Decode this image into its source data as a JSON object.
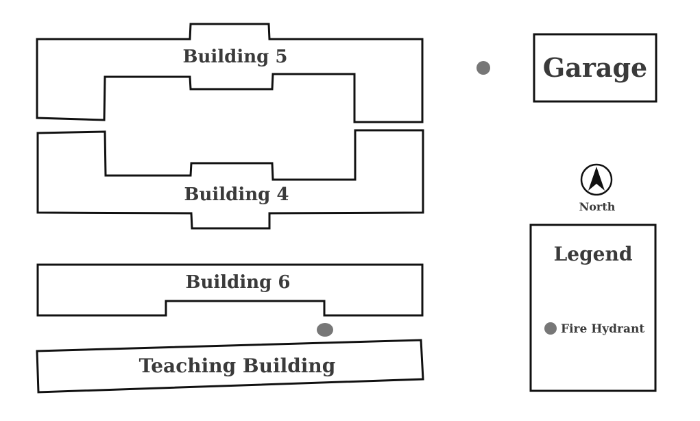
{
  "map": {
    "buildings": {
      "building_5": "Building 5",
      "building_4": "Building 4",
      "building_6": "Building 6",
      "teaching": "Teaching Building",
      "garage": "Garage"
    },
    "compass": {
      "label": "North"
    },
    "legend": {
      "title": "Legend",
      "items": [
        {
          "symbol": "fire-hydrant-dot",
          "label": "Fire Hydrant"
        }
      ]
    },
    "colors": {
      "outline": "#111111",
      "text": "#3a3a3a",
      "hydrant": "#777777"
    }
  }
}
